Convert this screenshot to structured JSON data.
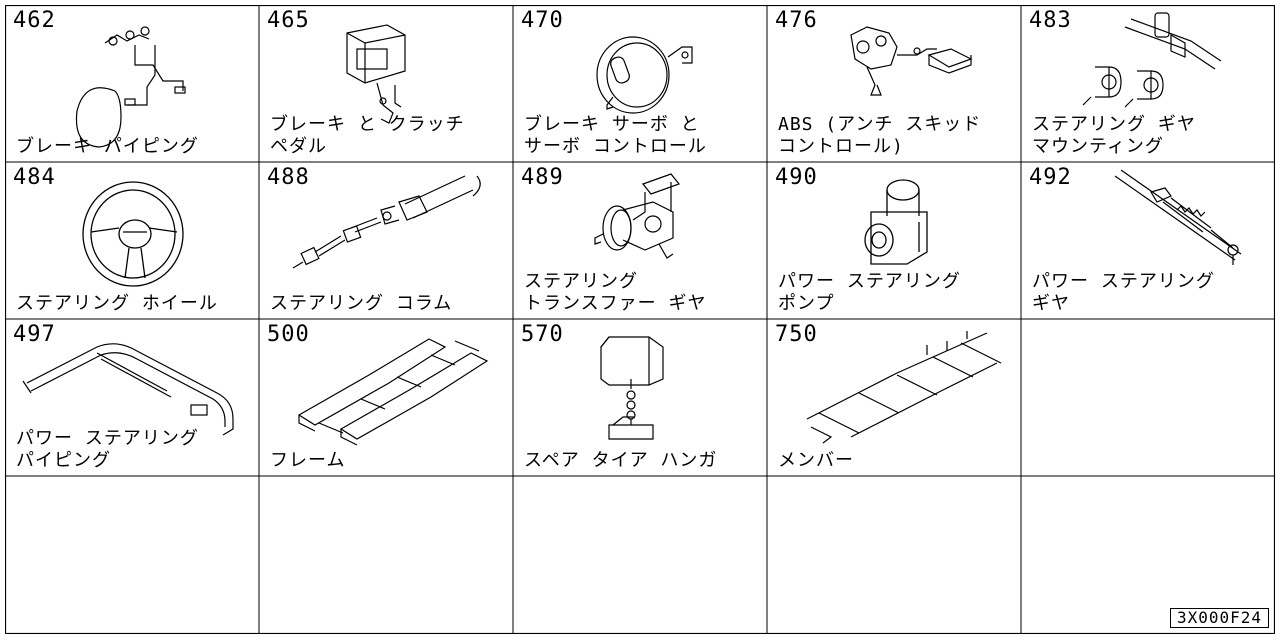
{
  "diagram_code": "3X000F24",
  "cells": [
    {
      "number": "462",
      "label": "ブレーキ パイピング",
      "icon": "brake-piping-icon"
    },
    {
      "number": "465",
      "label": "ブレーキ と クラッチ\nペダル",
      "icon": "brake-clutch-pedal-icon"
    },
    {
      "number": "470",
      "label": "ブレーキ サーボ と\nサーボ コントロール",
      "icon": "brake-servo-icon"
    },
    {
      "number": "476",
      "label": "ABS (アンチ スキッド\nコントロール)",
      "icon": "abs-unit-icon"
    },
    {
      "number": "483",
      "label": "ステアリング ギヤ\nマウンティング",
      "icon": "steering-gear-mounting-icon"
    },
    {
      "number": "484",
      "label": "ステアリング ホイール",
      "icon": "steering-wheel-icon"
    },
    {
      "number": "488",
      "label": "ステアリング コラム",
      "icon": "steering-column-icon"
    },
    {
      "number": "489",
      "label": "ステアリング\nトランスファー ギヤ",
      "icon": "steering-transfer-gear-icon"
    },
    {
      "number": "490",
      "label": "パワー ステアリング\nポンプ",
      "icon": "power-steering-pump-icon"
    },
    {
      "number": "492",
      "label": "パワー ステアリング\nギヤ",
      "icon": "power-steering-gear-icon"
    },
    {
      "number": "497",
      "label": "パワー ステアリング\nパイピング",
      "icon": "power-steering-piping-icon"
    },
    {
      "number": "500",
      "label": "フレーム",
      "icon": "frame-icon"
    },
    {
      "number": "570",
      "label": "スペア タイア ハンガ",
      "icon": "spare-tire-hanger-icon"
    },
    {
      "number": "750",
      "label": "メンバー",
      "icon": "member-icon"
    },
    {
      "number": "",
      "label": "",
      "icon": ""
    },
    {
      "number": "",
      "label": "",
      "icon": ""
    },
    {
      "number": "",
      "label": "",
      "icon": ""
    },
    {
      "number": "",
      "label": "",
      "icon": ""
    },
    {
      "number": "",
      "label": "",
      "icon": ""
    },
    {
      "number": "",
      "label": "",
      "icon": ""
    }
  ]
}
